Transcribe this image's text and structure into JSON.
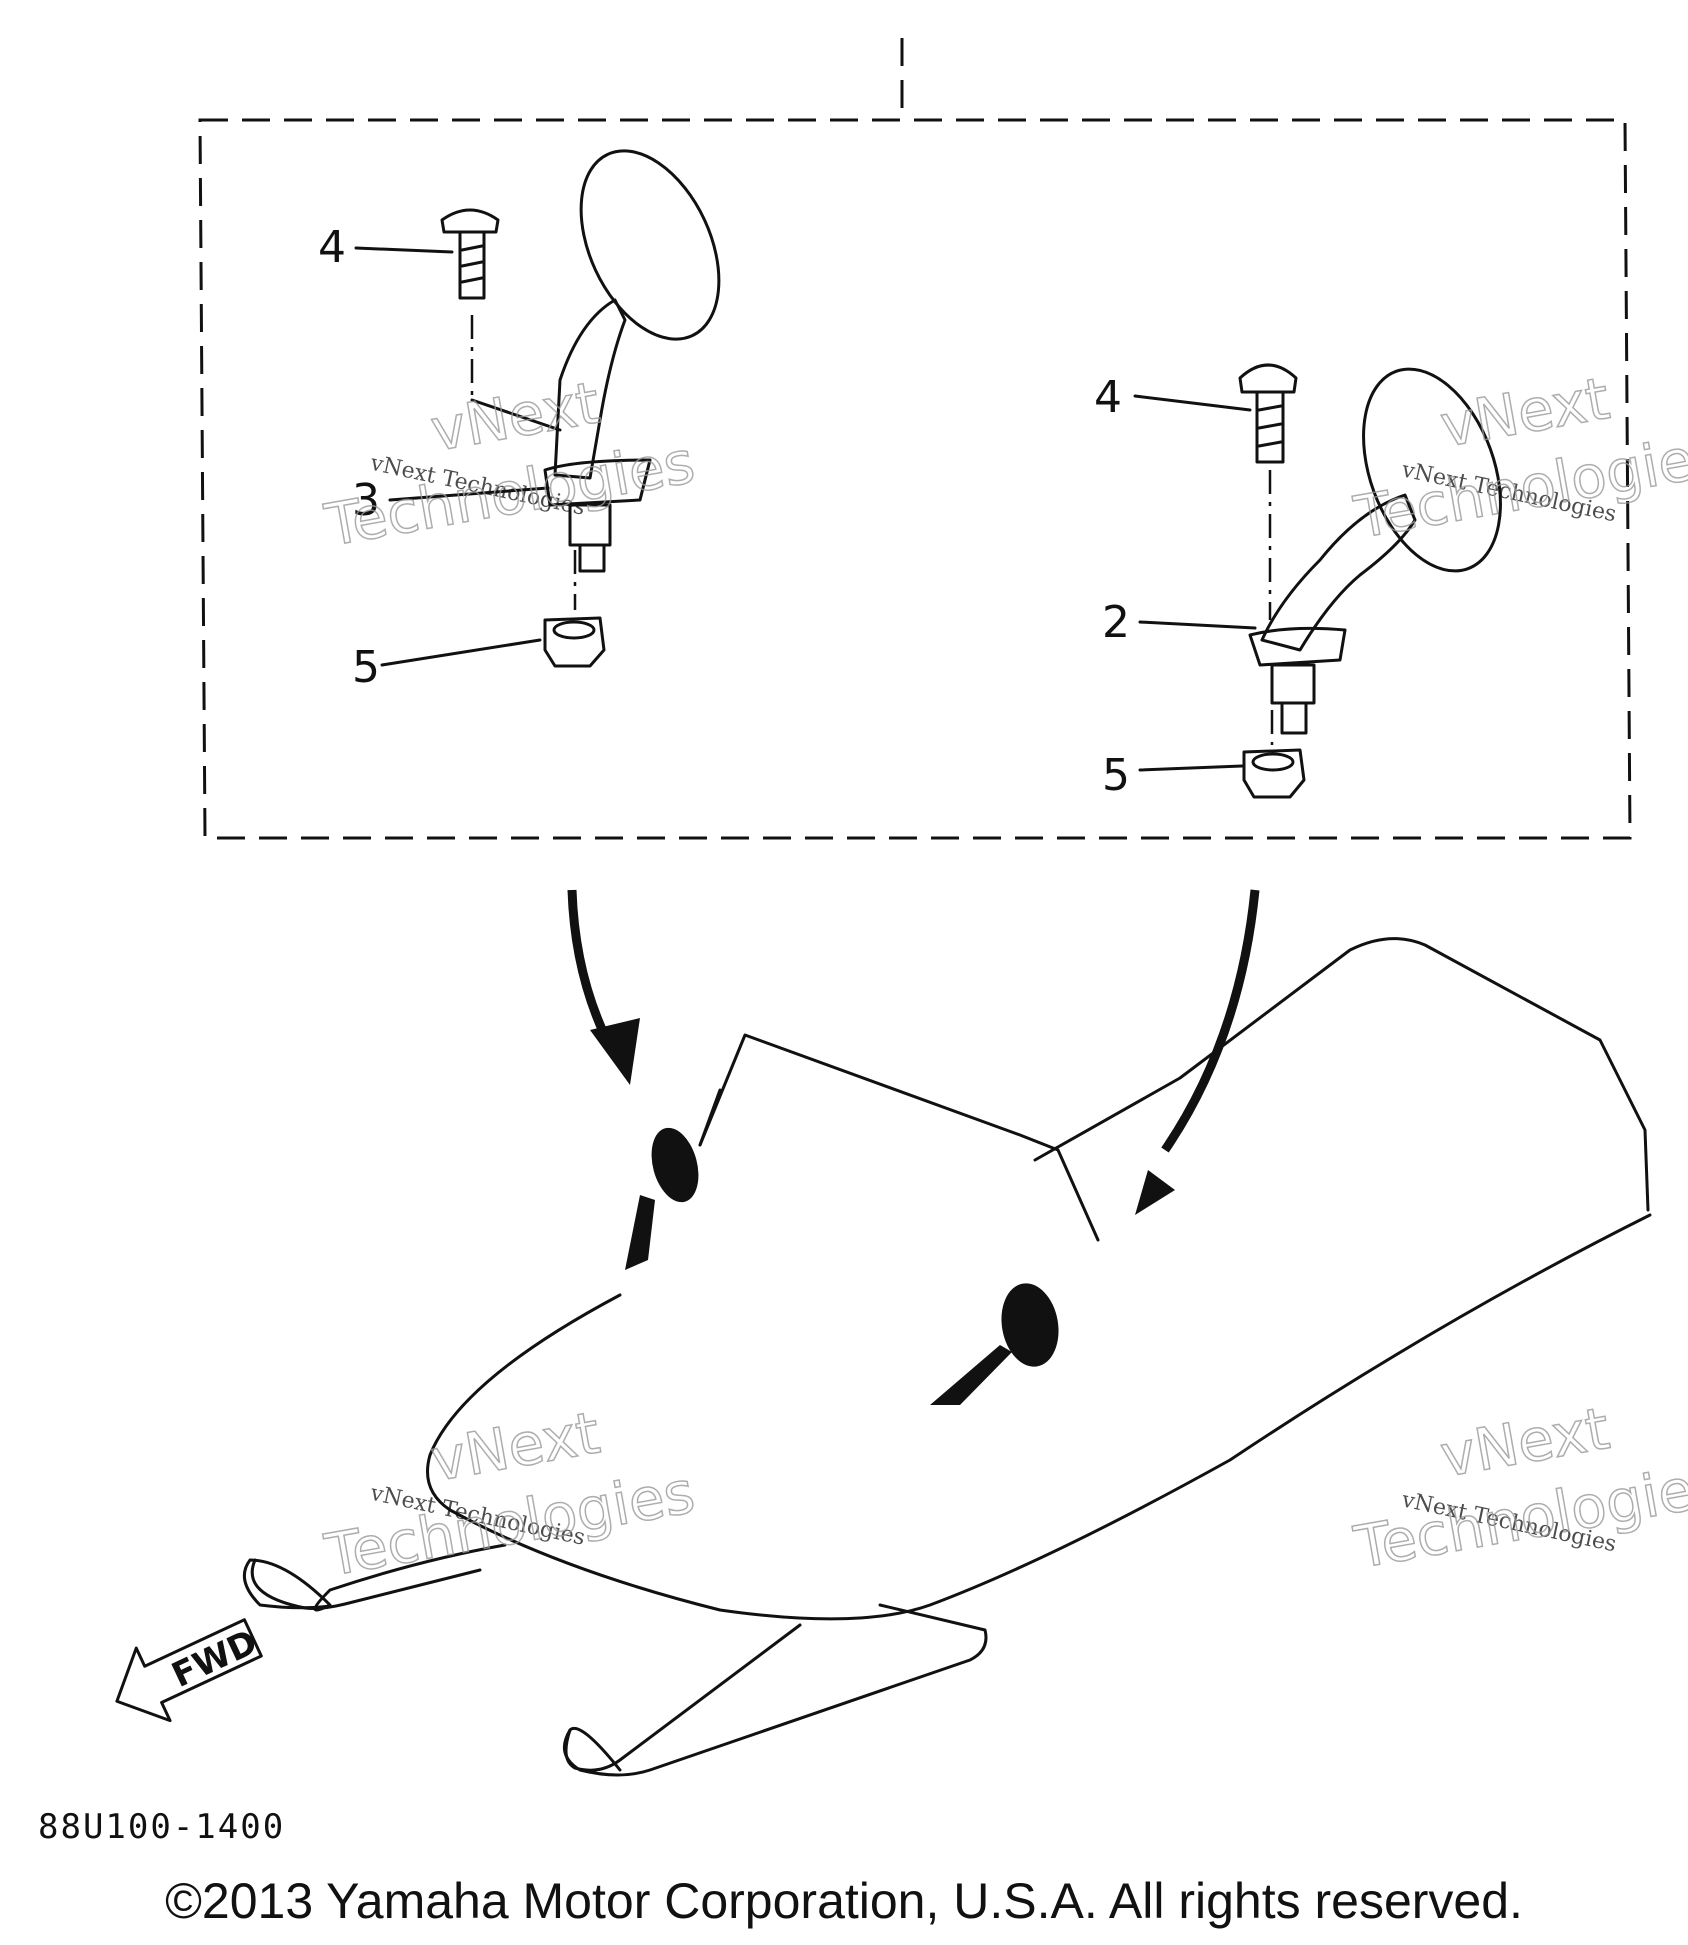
{
  "parts": {
    "left_bolt_ref": "4",
    "left_mirror_ref": "3",
    "left_nut_ref": "5",
    "right_bolt_ref": "4",
    "right_mirror_ref": "2",
    "right_nut_ref": "5"
  },
  "direction_label": "FWD",
  "diagram_code": "88U100-1400",
  "watermark": {
    "small": "vNext Technologies",
    "big_line1": "vNext",
    "big_line2": "Technologies"
  },
  "copyright": "©2013 Yamaha Motor Corporation, U.S.A. All rights reserved."
}
